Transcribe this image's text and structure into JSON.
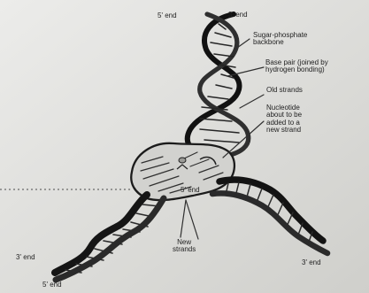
{
  "labels": {
    "top_five_prime": "5' end",
    "top_three_prime": "3' end",
    "sugar_phosphate_line_1": "Sugar-phosphate",
    "sugar_phosphate_line_2": "backbone",
    "base_pair_line_1": "Base pair (joined by",
    "base_pair_line_2": "hydrogen bonding)",
    "old_strands": "Old strands",
    "nucleotide_line_1": "Nucleotide",
    "nucleotide_line_2": "about to be",
    "nucleotide_line_3": "added to a",
    "nucleotide_line_4": "new strand",
    "center_five_prime": "5' end",
    "new_strands_line_1": "New",
    "new_strands_line_2": "strands",
    "left_three_prime": "3' end",
    "left_five_prime": "5' end",
    "right_three_prime": "3' end"
  }
}
